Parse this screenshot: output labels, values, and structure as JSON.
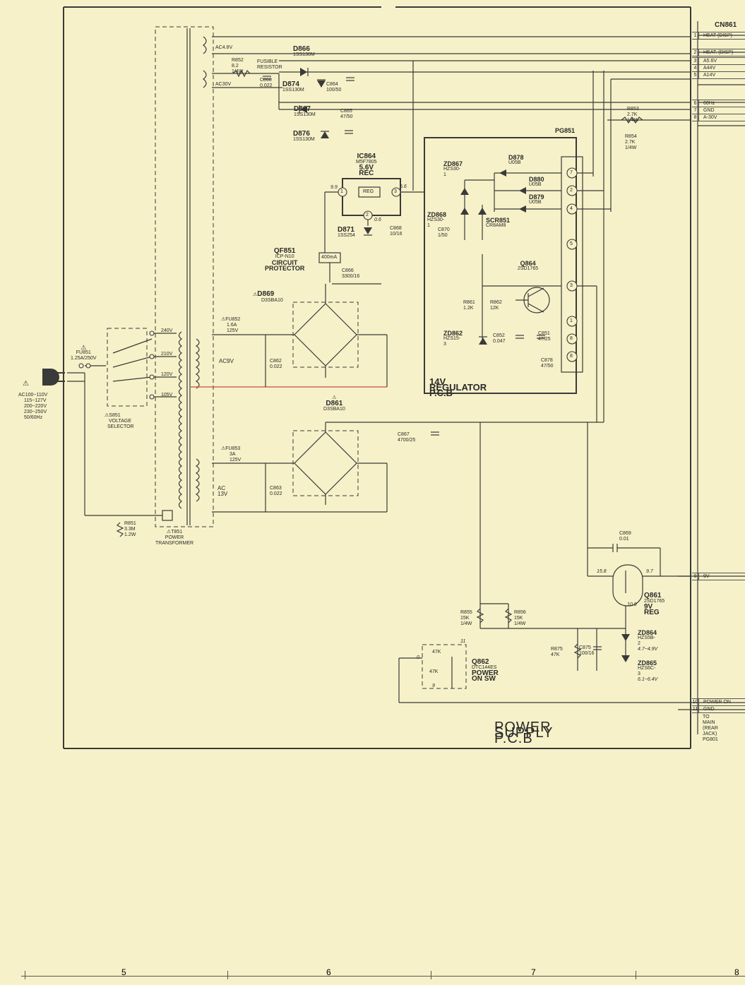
{
  "cn861": {
    "title": "CN861",
    "pins": [
      {
        "num": "1",
        "label": "HEAT (DISP)"
      },
      {
        "num": "2",
        "label": "HEAT. (DISP)"
      },
      {
        "num": "3",
        "label": "A5.6V"
      },
      {
        "num": "4",
        "label": "A44V"
      },
      {
        "num": "5",
        "label": "A14V"
      },
      {
        "num": "6",
        "label": "60Hz"
      },
      {
        "num": "7",
        "label": "GND"
      },
      {
        "num": "8",
        "label": "A-30V"
      },
      {
        "num": "9",
        "label": "9V"
      },
      {
        "num": "10",
        "label": "POWER ON"
      },
      {
        "num": "11",
        "label": "GND"
      }
    ],
    "note": [
      "TO",
      "MAIN",
      "(REAR JACK)",
      "PG801"
    ]
  },
  "mains": {
    "warning": "⚠",
    "voltages": [
      "AC100~110V",
      "115~127V",
      "200~220V",
      "230~250V",
      "50/60Hz"
    ],
    "fuse_ref": "FU851",
    "fuse_val": "1.25A/250V",
    "selector_ref": "S851",
    "selector_name": [
      "VOLTAGE",
      "SELECTOR"
    ],
    "taps": [
      "240V",
      "210V",
      "120V",
      "105V"
    ],
    "r851": [
      "R851",
      "3.3M",
      "1.2W"
    ],
    "transformer": [
      "T851",
      "POWER",
      "TRANSFORMER"
    ]
  },
  "secondaries": {
    "ac48": "AC4.8V",
    "ac30": "AC30V",
    "r852": "R852",
    "r852_val": "8.2 1/4W",
    "fusible": [
      "FUSIBLE",
      "RESISTOR"
    ],
    "c860": [
      "C860",
      "0.022"
    ],
    "ac9": "AC9V",
    "ac13": "AC 13V"
  },
  "diodes": {
    "d866": [
      "D866",
      "1SS130M"
    ],
    "d874": [
      "D874",
      "1SS130M"
    ],
    "c864": "C864",
    "c864_val": "100/50",
    "d867": [
      "D867",
      "1SS130M"
    ],
    "d876": [
      "D876",
      "1SS130M"
    ],
    "c865": [
      "C865",
      "47/50"
    ]
  },
  "reg5v": {
    "ic": [
      "IC864",
      "M5F7805",
      "5.6V REC"
    ],
    "box": "REG",
    "pins": [
      "1",
      "3",
      "2"
    ],
    "v_in": "9.9",
    "v_out": "5.6",
    "v_gnd": "0.6",
    "d871": [
      "D871",
      "1SS254"
    ],
    "c868": [
      "C868",
      "10/16"
    ],
    "qf851": [
      "QF851",
      "ICP-N10",
      "CIRCUIT",
      "PROTECTOR"
    ],
    "qf_box": "400mA",
    "c866": [
      "C866",
      "3300/16"
    ]
  },
  "bridges": {
    "d869": [
      "D869",
      "D3SBA10"
    ],
    "fu852": [
      "FU852",
      "1.6A 125V"
    ],
    "c862": [
      "C862",
      "0.022"
    ],
    "d861": [
      "D861",
      "D3SBA10"
    ],
    "fu853": [
      "FU853",
      "3A 125V"
    ],
    "c863": [
      "C863",
      "0.022"
    ],
    "c867": [
      "C867",
      "4700/25"
    ]
  },
  "reg14": {
    "title": "14V REGULATOR P.C.B",
    "pg": "PG851",
    "pins": [
      "7",
      "2",
      "4",
      "5",
      "3",
      "1",
      "8",
      "8"
    ],
    "zd867": [
      "ZD867",
      "HZS30-1"
    ],
    "d878": [
      "D878",
      "U05B"
    ],
    "d880": [
      "D880",
      "U05B"
    ],
    "d879": [
      "D879",
      "U05B"
    ],
    "zd868": [
      "ZD868",
      "HZS30-1"
    ],
    "c870": [
      "C870",
      "1/50"
    ],
    "scr851": [
      "SCR851",
      "CR8AM8"
    ],
    "q864": [
      "Q864",
      "2SD1765"
    ],
    "r861": [
      "R861",
      "1.2K"
    ],
    "r862": [
      "R862",
      "12K"
    ],
    "zd862": [
      "ZD862",
      "HZS15-3"
    ],
    "c852": [
      "C852",
      "0.047"
    ],
    "c851": [
      "C851",
      "47/25"
    ],
    "c878": [
      "C878",
      "47/50"
    ]
  },
  "right": {
    "r853": [
      "R853",
      "2.7K 1/4W"
    ],
    "r854": [
      "R854",
      "2.7K",
      "1/4W"
    ]
  },
  "reg9": {
    "c869": [
      "C869",
      "0.01"
    ],
    "q861": [
      "Q861",
      "2SD1765",
      "9V REG"
    ],
    "v_c": "15.8",
    "v_e": "9.7",
    "v_b": "10.9",
    "r855": [
      "R855",
      "15K",
      "1/4W"
    ],
    "r856": [
      "R856",
      "15K",
      "1/4W"
    ],
    "r875": [
      "R875",
      "47K"
    ],
    "c875": [
      "C875",
      "100/16"
    ],
    "zd864": [
      "ZD864",
      "HZS5B-2",
      "4.7~4.9V"
    ],
    "zd865": [
      "ZD865",
      "HZS6C-3",
      "6.1~6.4V"
    ],
    "q862": [
      "Q862",
      "DTC144ES",
      "POWER ON SW"
    ],
    "r47a": "47K",
    "r47b": "47K",
    "n11": "11",
    "n0": "0",
    "n9": "9"
  },
  "board_title": "POWER SUPPLY P.C.B",
  "ruler": [
    "5",
    "6",
    "7",
    "8"
  ]
}
